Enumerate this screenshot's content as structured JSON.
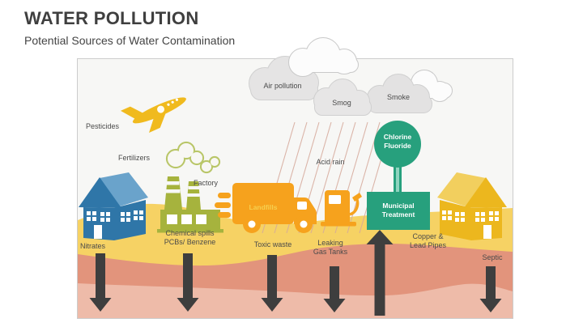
{
  "header": {
    "title": "WATER POLLUTION",
    "subtitle": "Potential Sources of Water Contamination"
  },
  "diagram": {
    "clouds": {
      "air_pollution": "Air pollution",
      "smog": "Smog",
      "smoke": "Smoke"
    },
    "labels": {
      "pesticides": "Pesticides",
      "fertilizers": "Fertilizers",
      "factory": "Factory",
      "acid_rain": "Acid rain",
      "landfills": "Landfills",
      "chlorine_fluoride": "Chlorine Fluoride",
      "municipal_treatment": "Municipal Treatment",
      "nitrates": "Nitrates",
      "chemical_spills": "Chemical spills PCBs/ Benzene",
      "toxic_waste": "Toxic waste",
      "leaking_gas_tanks": "Leaking Gas Tanks",
      "copper_lead_pipes": "Copper & Lead Pipes",
      "septic": "Septic"
    },
    "colors": {
      "teal": "#27a07d",
      "orange": "#f6a21d",
      "olive": "#a6b33d",
      "house_blue": "#2f76a8",
      "house_yellow": "#ecb71e",
      "plane_yellow": "#f0ba1e",
      "ground_sand": "#f6d264",
      "ground_clay": "#e2947c",
      "ground_pink": "#eebba9",
      "arrow": "#3e3e3e",
      "cloud_gray": "#e5e4e4",
      "text": "#4a4a4a"
    }
  }
}
